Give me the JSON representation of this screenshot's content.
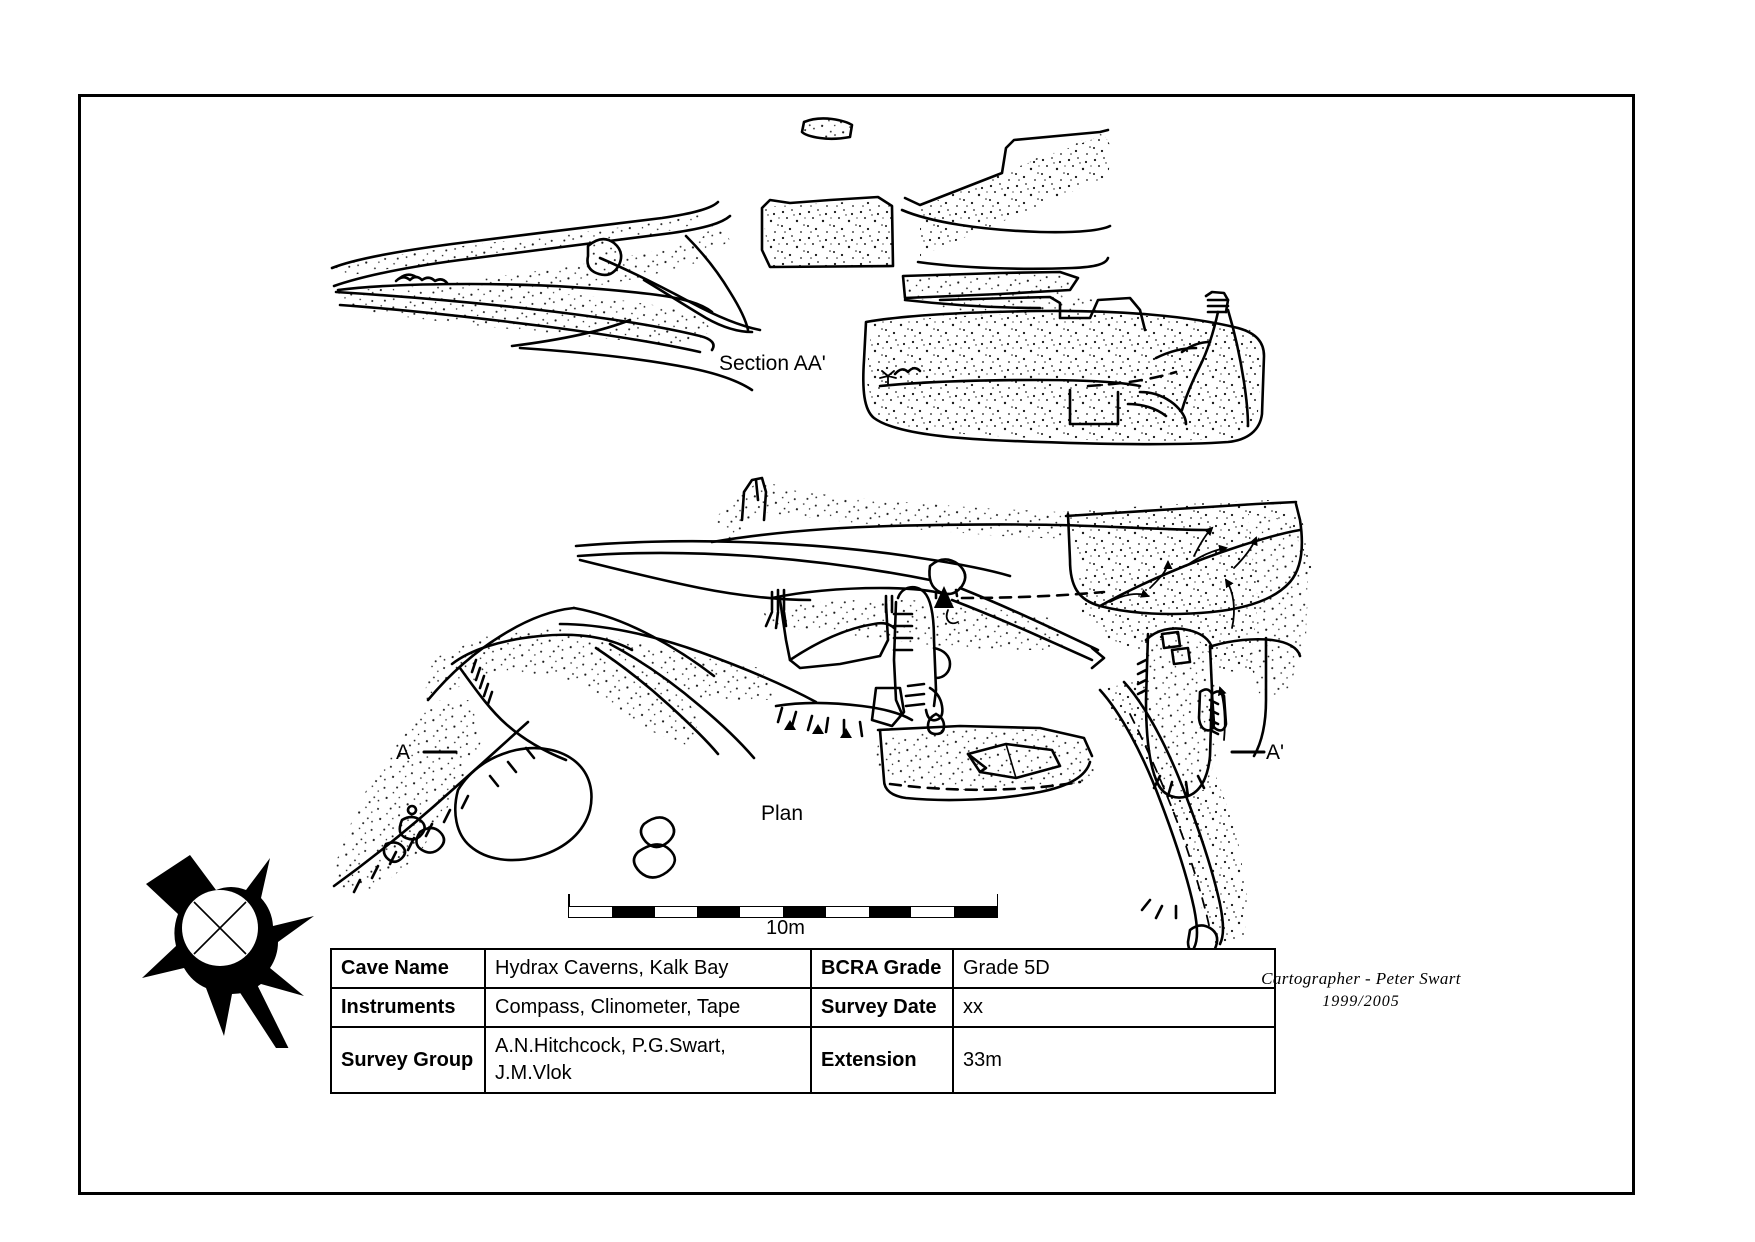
{
  "sheet": {
    "title_labels": {
      "section": "Section AA'",
      "plan": "Plan",
      "section_mark_a": "A",
      "section_mark_a_prime": "A'"
    }
  },
  "scale": {
    "caption": "10m",
    "segments": 10,
    "total_length_m": 10
  },
  "info_table": {
    "rows": [
      {
        "key_left": "Cave Name",
        "value_left": "Hydrax Caverns, Kalk Bay",
        "key_right": "BCRA Grade",
        "value_right": "Grade 5D"
      },
      {
        "key_left": "Instruments",
        "value_left": "Compass, Clinometer, Tape",
        "key_right": "Survey Date",
        "value_right": "xx"
      },
      {
        "key_left": "Survey Group",
        "value_left": "A.N.Hitchcock, P.G.Swart, J.M.Vlok",
        "key_right": "Extension",
        "value_right": "33m"
      }
    ]
  },
  "credit": {
    "line1": "Cartographer - Peter Swart",
    "line2": "1999/2005"
  },
  "colors": {
    "ink": "#000000",
    "paper": "#ffffff"
  },
  "icons": {
    "north_arrow": "north-arrow-icon",
    "scale_bar": "scale-bar-icon"
  }
}
